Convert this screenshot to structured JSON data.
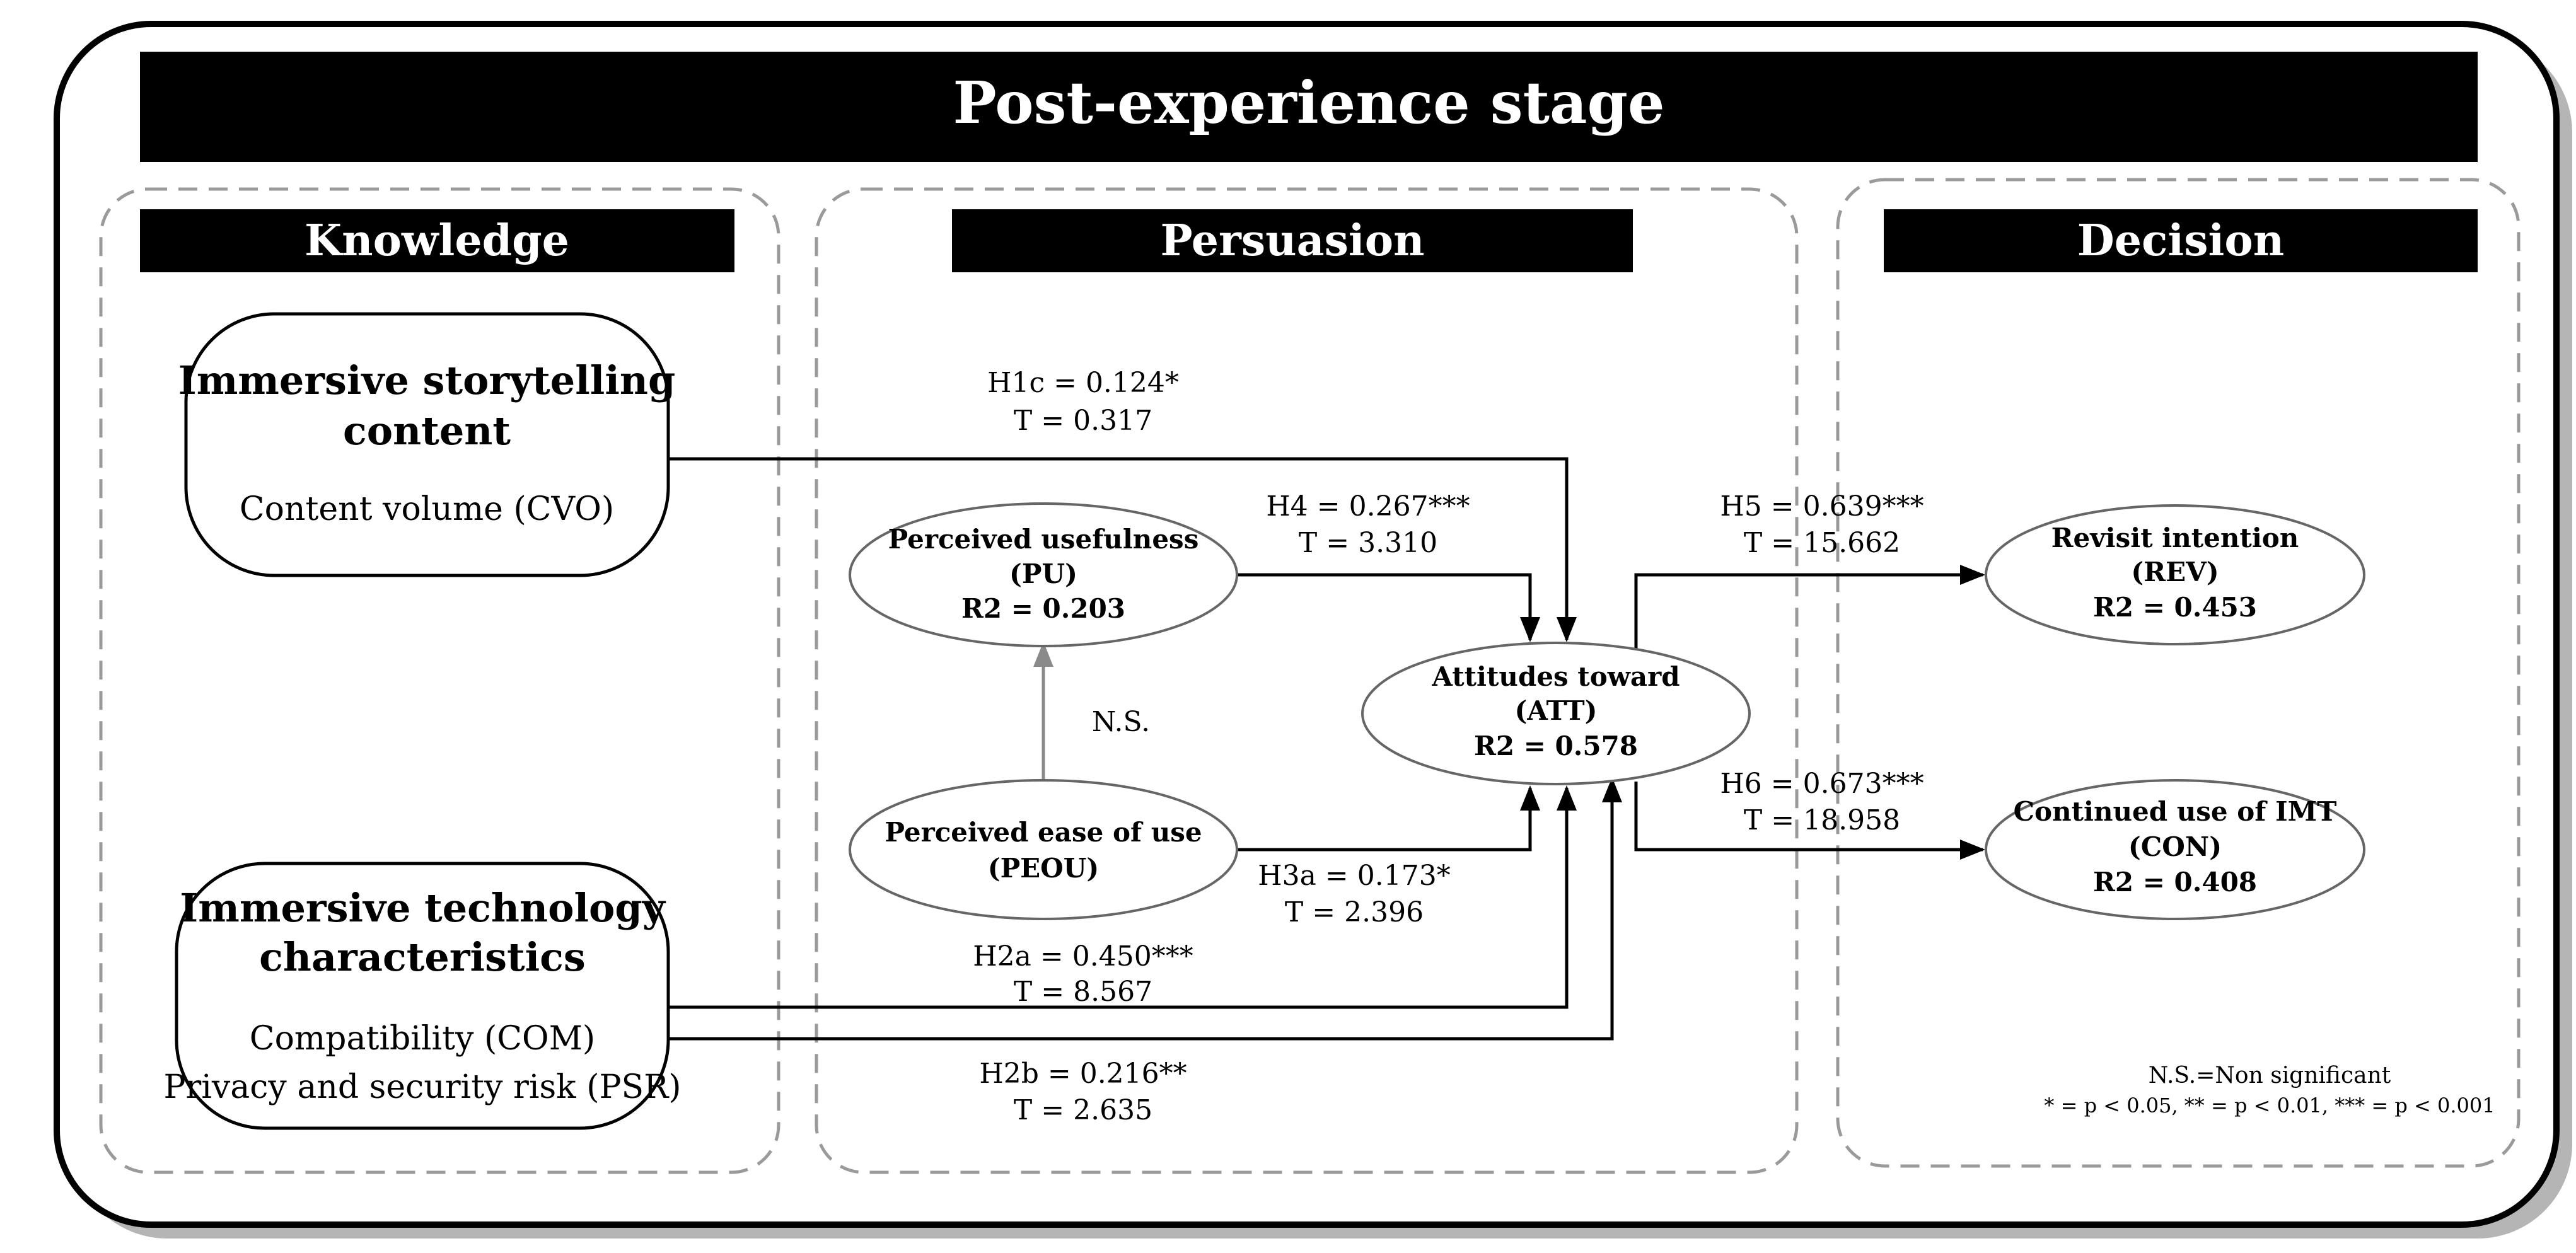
{
  "title": "Post-experience stage",
  "sections": {
    "knowledge": "Knowledge",
    "persuasion": "Persuasion",
    "decision": "Decision"
  },
  "boxes": {
    "storytelling": {
      "title_line1": "Immersive storytelling",
      "title_line2": "content",
      "item1": "Content volume (CVO)"
    },
    "technology": {
      "title_line1": "Immersive technology",
      "title_line2": "characteristics",
      "item1": "Compatibility (COM)",
      "item2": "Privacy and security risk (PSR)"
    }
  },
  "nodes": {
    "pu": {
      "line1": "Perceived usefulness",
      "line2": "(PU)",
      "line3": "R2 = 0.203"
    },
    "peou": {
      "line1": "Perceived ease of use",
      "line2": "(PEOU)"
    },
    "att": {
      "line1": "Attitudes toward",
      "line2": "(ATT)",
      "line3": "R2 = 0.578"
    },
    "rev": {
      "line1": "Revisit intention",
      "line2": "(REV)",
      "line3": "R2 = 0.453"
    },
    "con": {
      "line1": "Continued use of IMT",
      "line2": "(CON)",
      "line3": "R2 = 0.408"
    }
  },
  "paths": {
    "h1c": {
      "coef": "H1c = 0.124*",
      "t": "T = 0.317"
    },
    "h4": {
      "coef": "H4 = 0.267***",
      "t": "T = 3.310"
    },
    "h5": {
      "coef": "H5 = 0.639***",
      "t": "T = 15.662"
    },
    "h6": {
      "coef": "H6 = 0.673***",
      "t": "T = 18.958"
    },
    "h3a": {
      "coef": "H3a = 0.173*",
      "t": "T = 2.396"
    },
    "h2a": {
      "coef": "H2a = 0.450***",
      "t": "T = 8.567"
    },
    "h2b": {
      "coef": "H2b = 0.216**",
      "t": "T = 2.635"
    },
    "ns": "N.S."
  },
  "notes": {
    "line1": "N.S.=Non significant",
    "line2": "* = p < 0.05, ** = p < 0.01, *** = p < 0.001"
  }
}
